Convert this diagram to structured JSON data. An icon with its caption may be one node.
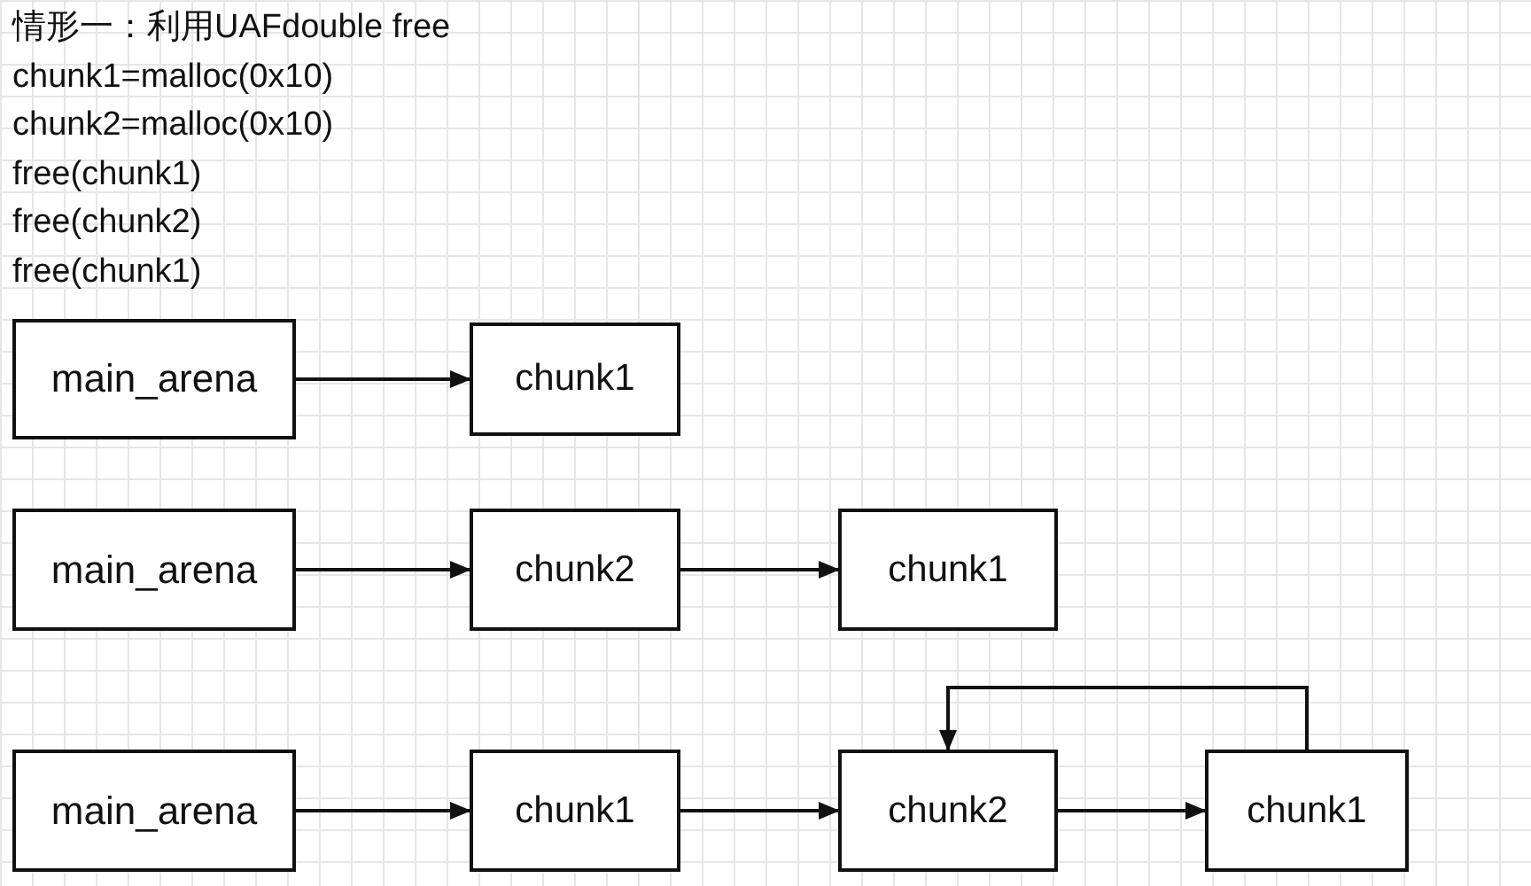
{
  "diagram": {
    "title": "情形一：利用UAFdouble free",
    "nodes": [
      {
        "text": [
          "main_arena"
        ]
      },
      {
        "text": [
          "chunk1"
        ]
      },
      {
        "text": [
          "main_arena"
        ]
      },
      {
        "text": [
          "chunk2"
        ]
      },
      {
        "text": [
          "chunk1"
        ]
      },
      {
        "text": [
          "main_arena"
        ]
      },
      {
        "text": [
          "chunk1"
        ]
      },
      {
        "text": [
          "chunk2"
        ]
      },
      {
        "text": [
          "chunk1"
        ]
      }
    ],
    "edges": [
      {
        "from": 0,
        "to": 1,
        "arrow": "to"
      },
      {
        "from": 2,
        "to": 3,
        "arrow": "to"
      },
      {
        "from": 3,
        "to": 4,
        "arrow": "to"
      },
      {
        "from": 5,
        "to": 6,
        "arrow": "to"
      },
      {
        "from": 6,
        "to": 7,
        "arrow": "to"
      },
      {
        "from": 7,
        "to": 8,
        "arrow": "to"
      },
      {
        "from": 8,
        "to": 7,
        "arrow": "to"
      }
    ],
    "labels": [
      "chunk1=malloc(0x10)",
      "chunk2=malloc(0x10)",
      "free(chunk1)",
      "free(chunk2)",
      "free(chunk1)"
    ]
  }
}
